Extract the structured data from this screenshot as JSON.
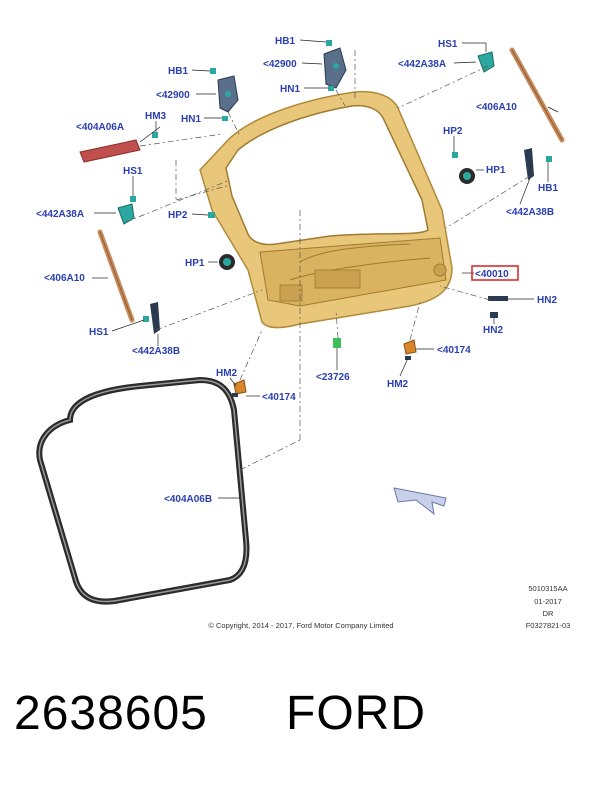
{
  "callouts": {
    "hb1_top": "HB1",
    "n42900_top": "<42900",
    "hn1_top": "HN1",
    "hs1_top": "HS1",
    "n442a38a_top": "<442A38A",
    "n406a10_right": "<406A10",
    "hb1_left": "HB1",
    "n42900_left": "<42900",
    "hm3": "HM3",
    "hn1_left": "HN1",
    "n404a06a": "<404A06A",
    "hp2_right": "HP2",
    "hp1_right": "HP1",
    "hb1_right": "HB1",
    "n442a38b_right": "<442A38B",
    "hs1_left": "HS1",
    "n442a38a_left": "<442A38A",
    "hp2_left": "HP2",
    "hp1_left": "HP1",
    "n40010": "<40010",
    "hn2_a": "HN2",
    "hn2_b": "HN2",
    "n406a10_left": "<406A10",
    "hs1_bottom": "HS1",
    "n442a38b_bottom": "<442A38B",
    "n23726": "<23726",
    "n40174_right": "<40174",
    "hm2_right": "HM2",
    "hm2_left": "HM2",
    "n40174_left": "<40174",
    "n404a06b": "<404A06B"
  },
  "meta": {
    "code": "5010315AA",
    "date": "01-2017",
    "dr": "DR",
    "ref": "F0327821-03",
    "copyright": "© Copyright, 2014 - 2017, Ford Motor Company Limited"
  },
  "footer": {
    "part_number": "2638605",
    "brand": "FORD"
  },
  "colors": {
    "callout_text": "#2a3fb0",
    "highlight_box": "#d62020",
    "liftgate_fill": "#e8c77a",
    "liftgate_edge": "#b08a3a",
    "seal": "#2b2b2b",
    "strut": "#c98a5a",
    "trim": "#c0504d",
    "clip_teal": "#2aa8a0",
    "bumper_orange": "#d9862a",
    "grommet_green": "#3cbf5a"
  }
}
